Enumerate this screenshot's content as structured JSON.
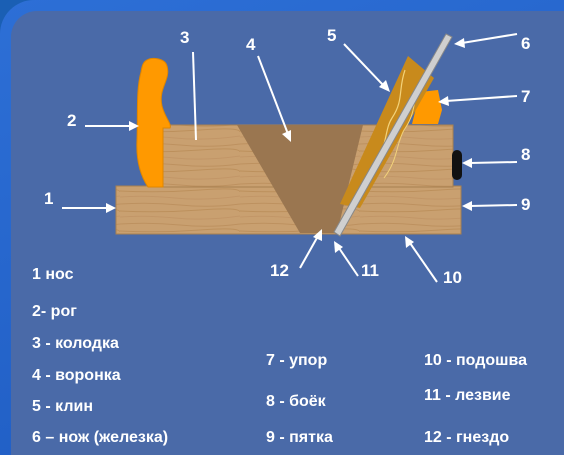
{
  "numbers": [
    "1",
    "2",
    "3",
    "4",
    "5",
    "6",
    "7",
    "8",
    "9",
    "10",
    "11",
    "12"
  ],
  "legend": {
    "col1": [
      "1 нос",
      "2- рог",
      "3 - колодка",
      "4 - воронка",
      "5 - клин",
      "6 – нож (железка)"
    ],
    "col2": [
      "7 - упор",
      "8 - боёк",
      "9 - пятка"
    ],
    "col3": [
      "10 - подошва",
      "11 - лезвие",
      "12 - гнездо"
    ]
  },
  "colors": {
    "background": "#4a6aa8",
    "frame": "#1d5ac0",
    "wood": "#c9a070",
    "throat": "#9a7650",
    "horn": "#ff9900",
    "wedge": "#c88a1c",
    "blade": "#cfcfcf",
    "arrow": "#ffffff"
  }
}
